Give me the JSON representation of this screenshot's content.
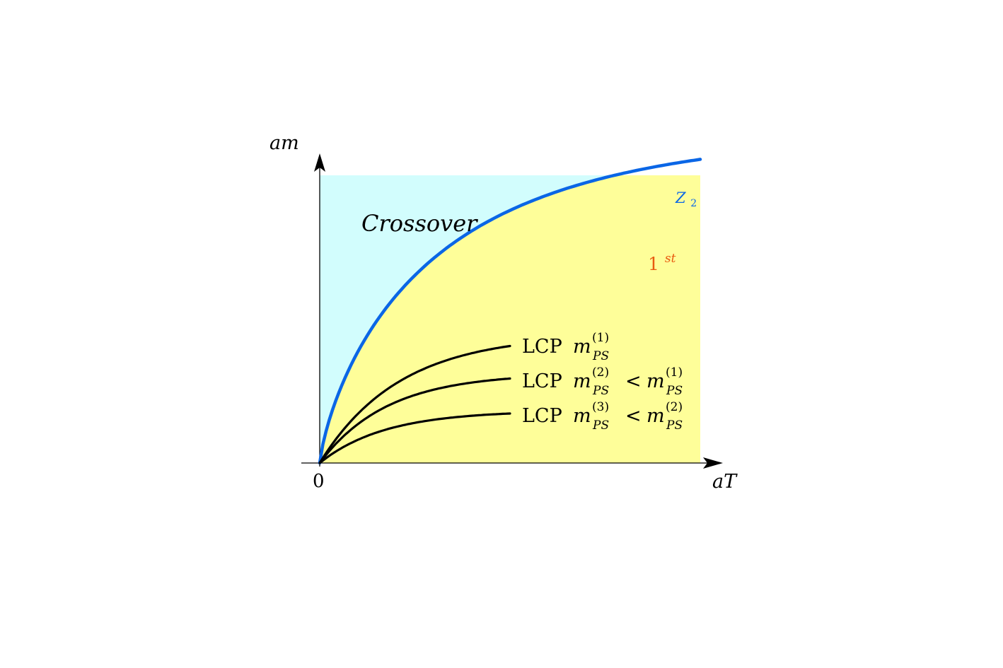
{
  "axes": {
    "y_label": "am",
    "x_label": "aT",
    "origin_label": "0"
  },
  "regions": {
    "crossover_label": "Crossover",
    "first_order_base": "1",
    "first_order_sup": "st",
    "crossover_color": "#d2fdfd",
    "first_order_color": "#fefe99",
    "first_order_label_color": "#e85b10"
  },
  "critical_line": {
    "label_base": "Z",
    "label_sub": "2",
    "color": "#0a66e6"
  },
  "lcp_curves": [
    {
      "prefix": "LCP",
      "lhs_base": "m",
      "lhs_sup": "(1)",
      "lhs_sub": "PS",
      "relation": "",
      "rhs_base": "",
      "rhs_sup": "",
      "rhs_sub": ""
    },
    {
      "prefix": "LCP",
      "lhs_base": "m",
      "lhs_sup": "(2)",
      "lhs_sub": "PS",
      "relation": "<",
      "rhs_base": "m",
      "rhs_sup": "(1)",
      "rhs_sub": "PS"
    },
    {
      "prefix": "LCP",
      "lhs_base": "m",
      "lhs_sup": "(3)",
      "lhs_sub": "PS",
      "relation": "<",
      "rhs_base": "m",
      "rhs_sup": "(2)",
      "rhs_sub": "PS"
    }
  ]
}
